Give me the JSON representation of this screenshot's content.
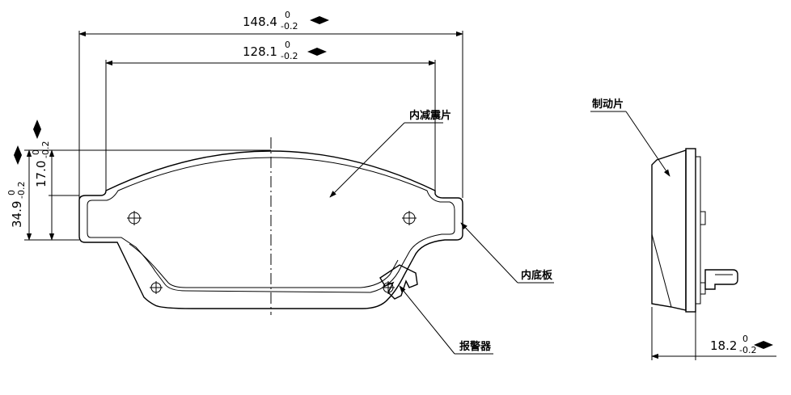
{
  "dimensions": {
    "overall_width": {
      "value": "148.4",
      "upper": "0",
      "lower": "-0.2"
    },
    "inner_width": {
      "value": "128.1",
      "upper": "0",
      "lower": "-0.2"
    },
    "total_height": {
      "value": "34.9",
      "upper": "0",
      "lower": "-0.2"
    },
    "inner_height": {
      "value": "17.0",
      "upper": "0",
      "lower": "-0.2"
    },
    "thickness": {
      "value": "18.2",
      "upper": "0",
      "lower": "-0.2"
    }
  },
  "labels": {
    "friction_pad": "制动片",
    "damping_shim": "内减震片",
    "backing_plate": "内底板",
    "wear_indicator": "报警器"
  }
}
